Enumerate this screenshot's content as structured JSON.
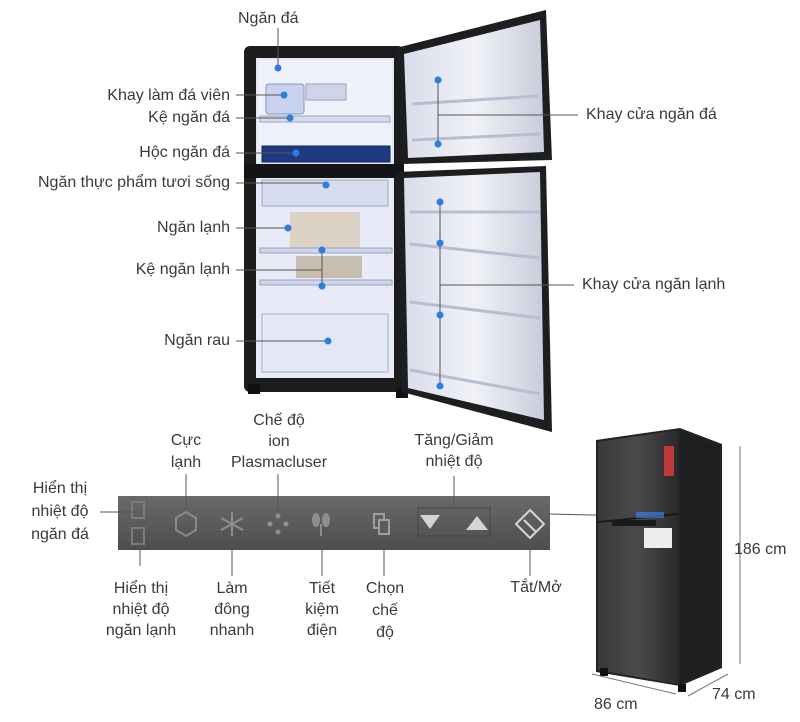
{
  "fridge_labels": {
    "ngan_da": "Ngăn đá",
    "khay_lam_da": "Khay làm đá viên",
    "ke_ngan_da": "Kệ ngăn đá",
    "hoc_ngan_da": "Hộc ngăn đá",
    "ngan_thuc_pham": "Ngăn thực phẩm tươi sống",
    "ngan_lanh": "Ngăn lạnh",
    "ke_ngan_lanh": "Kệ ngăn lạnh",
    "ngan_rau": "Ngăn rau",
    "khay_cua_ngan_da": "Khay cửa ngăn đá",
    "khay_cua_ngan_lanh": "Khay cửa ngăn lạnh"
  },
  "panel_labels": {
    "cuc_lanh": "Cực\nlạnh",
    "che_do_ion": "Chế độ\nion\nPlasmacluser",
    "tang_giam": "Tăng/Giảm\nnhiệt độ",
    "hien_thi_ngan_da": "Hiển thị\nnhiệt độ\nngăn đá",
    "hien_thi_ngan_lanh": "Hiển thị\nnhiệt độ\nngăn lạnh",
    "lam_dong": "Làm\nđông\nnhanh",
    "tiet_kiem": "Tiết\nkiệm\nđiện",
    "chon_che_do": "Chọn\nchế\nđộ",
    "tat_mo": "Tắt/Mở"
  },
  "dimensions": {
    "height": "186 cm",
    "width": "86 cm",
    "depth": "74 cm"
  },
  "colors": {
    "pointer": "#2a7de1",
    "panel": "#5b5b5b",
    "cabinet": "#2c2c2e",
    "interior": "#e8ecf6"
  }
}
